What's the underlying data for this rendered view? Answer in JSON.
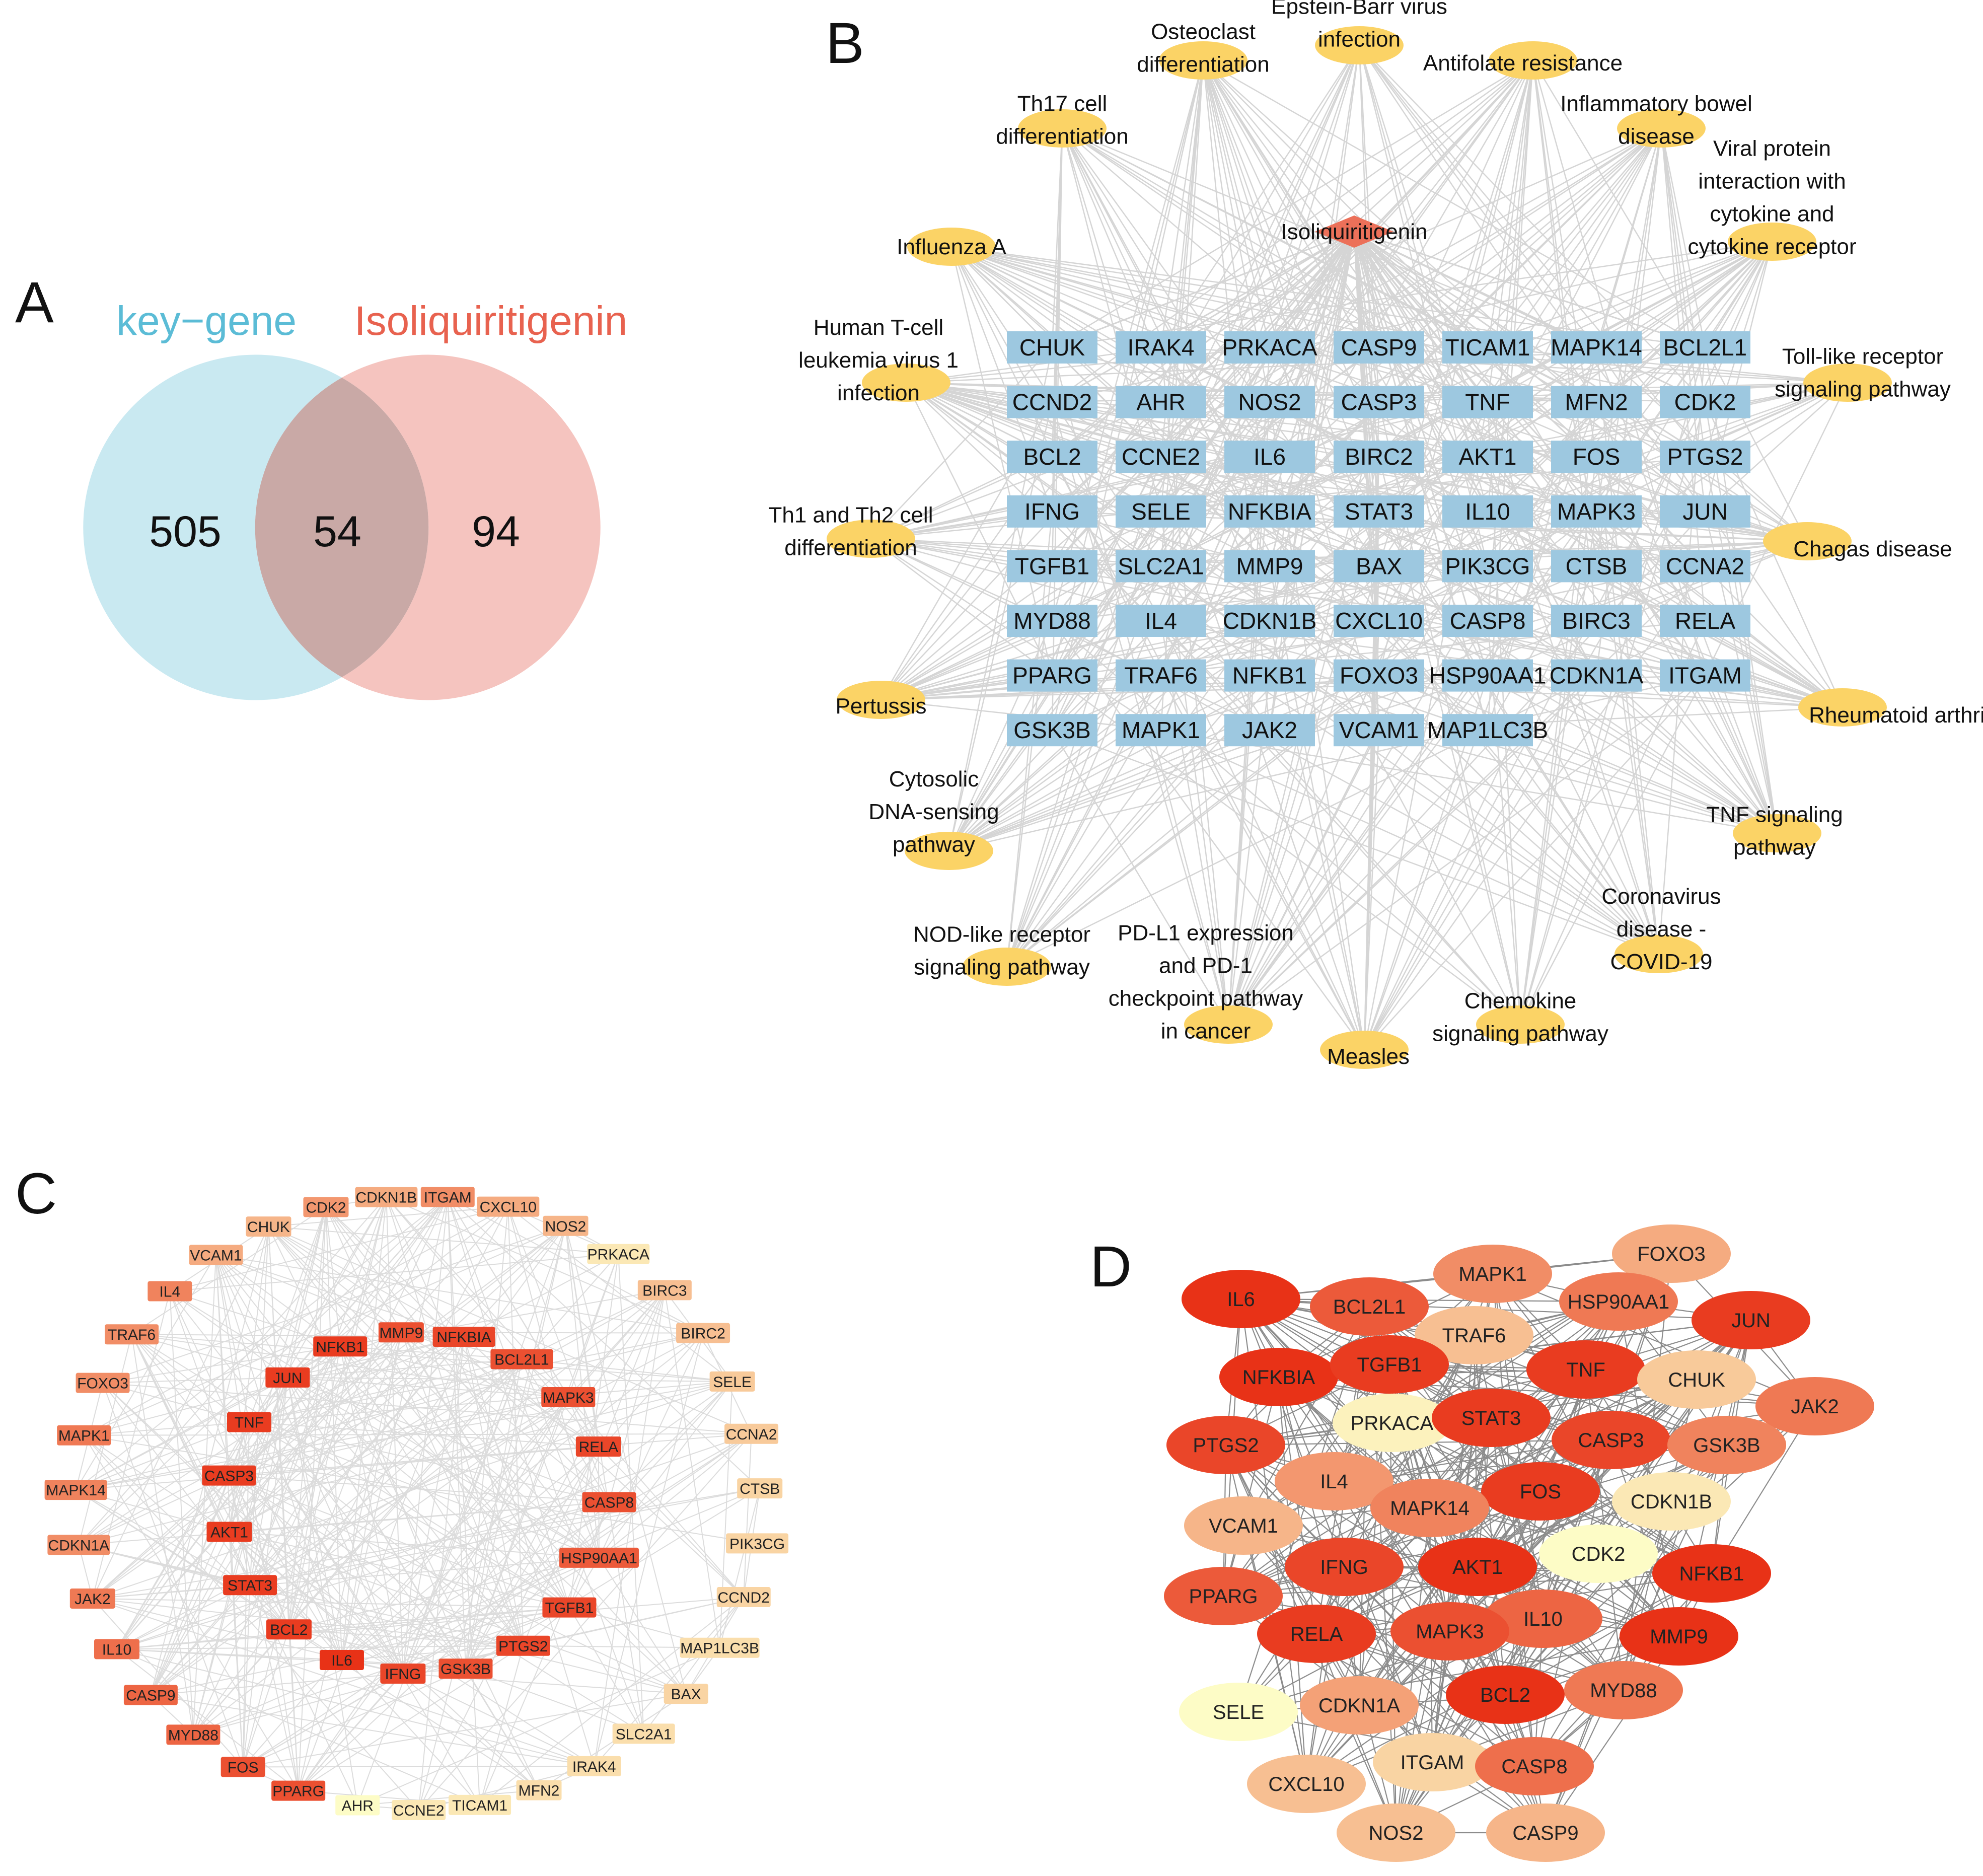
{
  "panels": {
    "a": "A",
    "b": "B",
    "c": "C",
    "d": "D"
  },
  "venn": {
    "left_label": "key−gene",
    "right_label": "Isoliquiritigenin",
    "left_only": "505",
    "overlap": "54",
    "right_only": "94",
    "colors": {
      "left": "#5bbcd6",
      "right": "#e8624f",
      "left_fill": "#c9e9f1",
      "right_fill": "#f5c4bf",
      "overlap_fill": "#c9a9a6"
    }
  },
  "network_b": {
    "center": "Isoliquiritigenin",
    "pathways": [
      {
        "lines": [
          "Epstein-Barr virus",
          "infection"
        ]
      },
      {
        "lines": [
          "Osteoclast",
          "differentiation"
        ]
      },
      {
        "lines": [
          "Antifolate resistance"
        ]
      },
      {
        "lines": [
          "Th17 cell",
          "differentiation"
        ]
      },
      {
        "lines": [
          "Inflammatory bowel",
          "disease"
        ]
      },
      {
        "lines": [
          "Influenza A"
        ]
      },
      {
        "lines": [
          "Viral protein",
          "interaction with",
          "cytokine and",
          "cytokine receptor"
        ]
      },
      {
        "lines": [
          "Human T-cell",
          "leukemia virus 1",
          "infection"
        ]
      },
      {
        "lines": [
          "Toll-like receptor",
          "signaling pathway"
        ]
      },
      {
        "lines": [
          "Th1 and Th2 cell",
          "differentiation"
        ]
      },
      {
        "lines": [
          "Chagas disease"
        ]
      },
      {
        "lines": [
          "Pertussis"
        ]
      },
      {
        "lines": [
          "Rheumatoid arthritis"
        ]
      },
      {
        "lines": [
          "Cytosolic",
          "DNA-sensing",
          "pathway"
        ]
      },
      {
        "lines": [
          "TNF signaling",
          "pathway"
        ]
      },
      {
        "lines": [
          "Coronavirus",
          "disease -",
          "COVID-19"
        ]
      },
      {
        "lines": [
          "NOD-like receptor",
          "signaling pathway"
        ]
      },
      {
        "lines": [
          "PD-L1 expression",
          "and PD-1",
          "checkpoint pathway",
          "in cancer"
        ]
      },
      {
        "lines": [
          "Chemokine",
          "signaling pathway"
        ]
      },
      {
        "lines": [
          "Measles"
        ]
      }
    ],
    "gene_rows": [
      [
        "CHUK",
        "IRAK4",
        "PRKACA",
        "CASP9",
        "TICAM1",
        "MAPK14",
        "BCL2L1"
      ],
      [
        "CCND2",
        "AHR",
        "NOS2",
        "CASP3",
        "TNF",
        "MFN2",
        "CDK2"
      ],
      [
        "BCL2",
        "CCNE2",
        "IL6",
        "BIRC2",
        "AKT1",
        "FOS",
        "PTGS2"
      ],
      [
        "IFNG",
        "SELE",
        "NFKBIA",
        "STAT3",
        "IL10",
        "MAPK3",
        "JUN"
      ],
      [
        "TGFB1",
        "SLC2A1",
        "MMP9",
        "BAX",
        "PIK3CG",
        "CTSB",
        "CCNA2"
      ],
      [
        "MYD88",
        "IL4",
        "CDKN1B",
        "CXCL10",
        "CASP8",
        "BIRC3",
        "RELA"
      ],
      [
        "PPARG",
        "TRAF6",
        "NFKB1",
        "FOXO3",
        "HSP90AA1",
        "CDKN1A",
        "ITGAM"
      ],
      [
        "GSK3B",
        "MAPK1",
        "JAK2",
        "VCAM1",
        "MAP1LC3B"
      ]
    ],
    "colors": {
      "gene": "#9dc8e0",
      "pathway": "#fbd366",
      "compound": "#ec7059",
      "edge": "#d5d5d5"
    }
  },
  "network_c": {
    "outer": [
      {
        "label": "ITGAM",
        "level": 0.55
      },
      {
        "label": "CXCL10",
        "level": 0.4
      },
      {
        "label": "NOS2",
        "level": 0.35
      },
      {
        "label": "PRKACA",
        "level": 0.1
      },
      {
        "label": "BIRC3",
        "level": 0.3
      },
      {
        "label": "BIRC2",
        "level": 0.3
      },
      {
        "label": "SELE",
        "level": 0.25
      },
      {
        "label": "CCNA2",
        "level": 0.25
      },
      {
        "label": "CTSB",
        "level": 0.2
      },
      {
        "label": "PIK3CG",
        "level": 0.2
      },
      {
        "label": "CCND2",
        "level": 0.2
      },
      {
        "label": "MAP1LC3B",
        "level": 0.15
      },
      {
        "label": "BAX",
        "level": 0.2
      },
      {
        "label": "SLC2A1",
        "level": 0.15
      },
      {
        "label": "IRAK4",
        "level": 0.15
      },
      {
        "label": "MFN2",
        "level": 0.15
      },
      {
        "label": "TICAM1",
        "level": 0.1
      },
      {
        "label": "CCNE2",
        "level": 0.1
      },
      {
        "label": "AHR",
        "level": 0.0
      },
      {
        "label": "PPARG",
        "level": 0.85
      },
      {
        "label": "FOS",
        "level": 0.85
      },
      {
        "label": "MYD88",
        "level": 0.75
      },
      {
        "label": "CASP9",
        "level": 0.75
      },
      {
        "label": "IL10",
        "level": 0.7
      },
      {
        "label": "JAK2",
        "level": 0.65
      },
      {
        "label": "CDKN1A",
        "level": 0.55
      },
      {
        "label": "MAPK14",
        "level": 0.6
      },
      {
        "label": "MAPK1",
        "level": 0.65
      },
      {
        "label": "FOXO3",
        "level": 0.55
      },
      {
        "label": "TRAF6",
        "level": 0.55
      },
      {
        "label": "IL4",
        "level": 0.6
      },
      {
        "label": "VCAM1",
        "level": 0.4
      },
      {
        "label": "CHUK",
        "level": 0.35
      },
      {
        "label": "CDK2",
        "level": 0.5
      },
      {
        "label": "CDKN1B",
        "level": 0.4
      }
    ],
    "inner": [
      {
        "label": "MMP9",
        "level": 0.85
      },
      {
        "label": "NFKBIA",
        "level": 0.9
      },
      {
        "label": "BCL2L1",
        "level": 0.85
      },
      {
        "label": "MAPK3",
        "level": 0.85
      },
      {
        "label": "RELA",
        "level": 0.9
      },
      {
        "label": "CASP8",
        "level": 0.85
      },
      {
        "label": "HSP90AA1",
        "level": 0.8
      },
      {
        "label": "TGFB1",
        "level": 0.9
      },
      {
        "label": "PTGS2",
        "level": 0.9
      },
      {
        "label": "GSK3B",
        "level": 0.85
      },
      {
        "label": "IFNG",
        "level": 0.9
      },
      {
        "label": "IL6",
        "level": 1.0
      },
      {
        "label": "BCL2",
        "level": 0.95
      },
      {
        "label": "STAT3",
        "level": 0.95
      },
      {
        "label": "AKT1",
        "level": 0.95
      },
      {
        "label": "CASP3",
        "level": 0.95
      },
      {
        "label": "TNF",
        "level": 0.95
      },
      {
        "label": "JUN",
        "level": 0.95
      },
      {
        "label": "NFKB1",
        "level": 0.95
      }
    ],
    "colors": {
      "low": "#fdfcc6",
      "high": "#e83217",
      "edge": "#dcdcdc"
    }
  },
  "network_d": {
    "nodes": [
      {
        "label": "IL6",
        "level": 1.0
      },
      {
        "label": "BCL2L1",
        "level": 0.8
      },
      {
        "label": "MAPK1",
        "level": 0.55
      },
      {
        "label": "FOXO3",
        "level": 0.4
      },
      {
        "label": "HSP90AA1",
        "level": 0.65
      },
      {
        "label": "JUN",
        "level": 0.95
      },
      {
        "label": "TRAF6",
        "level": 0.3
      },
      {
        "label": "NFKBIA",
        "level": 1.0
      },
      {
        "label": "TGFB1",
        "level": 0.95
      },
      {
        "label": "TNF",
        "level": 0.95
      },
      {
        "label": "CHUK",
        "level": 0.25
      },
      {
        "label": "JAK2",
        "level": 0.65
      },
      {
        "label": "PRKACA",
        "level": 0.05
      },
      {
        "label": "STAT3",
        "level": 0.95
      },
      {
        "label": "PTGS2",
        "level": 0.9
      },
      {
        "label": "CASP3",
        "level": 0.9
      },
      {
        "label": "GSK3B",
        "level": 0.6
      },
      {
        "label": "IL4",
        "level": 0.5
      },
      {
        "label": "FOS",
        "level": 0.95
      },
      {
        "label": "CDKN1B",
        "level": 0.1
      },
      {
        "label": "VCAM1",
        "level": 0.35
      },
      {
        "label": "MAPK14",
        "level": 0.6
      },
      {
        "label": "CDK2",
        "level": 0.0
      },
      {
        "label": "NFKB1",
        "level": 1.0
      },
      {
        "label": "IFNG",
        "level": 0.9
      },
      {
        "label": "AKT1",
        "level": 1.0
      },
      {
        "label": "PPARG",
        "level": 0.8
      },
      {
        "label": "IL10",
        "level": 0.75
      },
      {
        "label": "RELA",
        "level": 0.95
      },
      {
        "label": "MAPK3",
        "level": 0.85
      },
      {
        "label": "MMP9",
        "level": 1.0
      },
      {
        "label": "SELE",
        "level": 0.0
      },
      {
        "label": "CDKN1A",
        "level": 0.45
      },
      {
        "label": "BCL2",
        "level": 1.0
      },
      {
        "label": "MYD88",
        "level": 0.65
      },
      {
        "label": "ITGAM",
        "level": 0.2
      },
      {
        "label": "CXCL10",
        "level": 0.3
      },
      {
        "label": "CASP8",
        "level": 0.7
      },
      {
        "label": "NOS2",
        "level": 0.3
      },
      {
        "label": "CASP9",
        "level": 0.35
      }
    ],
    "colors": {
      "low": "#fdfcc6",
      "high": "#e83217",
      "edge": "#8c8c8c"
    }
  }
}
